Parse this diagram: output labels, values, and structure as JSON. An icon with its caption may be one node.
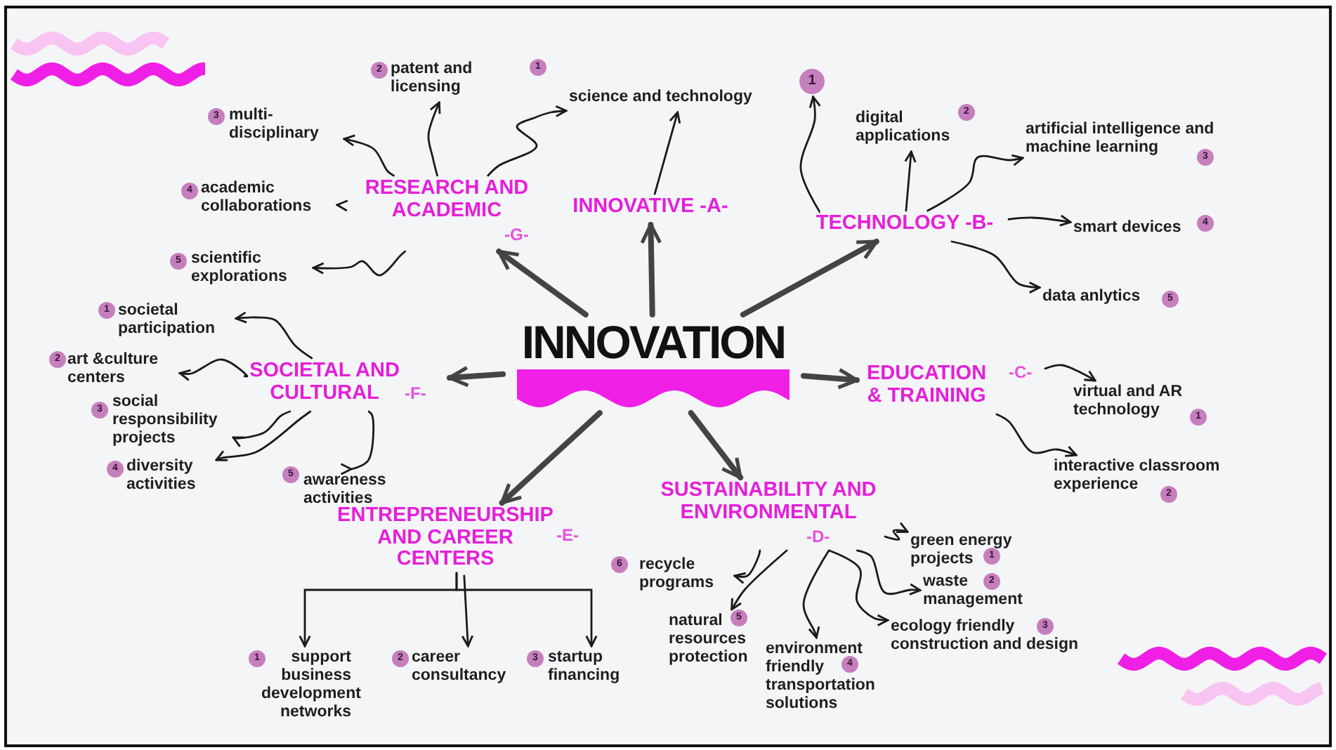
{
  "diagram": {
    "nodes": [
      {
        "text": [
          "INNOVATION"
        ]
      },
      {
        "text": [
          "RESEARCH AND ACADEMIC",
          "-G-"
        ]
      },
      {
        "text": [
          "INNOVATIVE -A-"
        ]
      },
      {
        "text": [
          "TECHNOLOGY -B-"
        ]
      },
      {
        "text": [
          "EDUCATION & TRAINING",
          "-C-"
        ]
      },
      {
        "text": [
          "SUSTAINABILITY AND ENVIRONMENTAL",
          "-D-"
        ]
      },
      {
        "text": [
          "ENTREPRENEURSHIP AND CAREER CENTERS",
          "-E-"
        ]
      },
      {
        "text": [
          "SOCIETAL AND CULTURAL",
          "-F-"
        ]
      },
      {
        "text": [
          "patent and licensing"
        ],
        "beside": [
          "2"
        ]
      },
      {
        "text": [
          "science and technology"
        ],
        "beside": [
          "1"
        ]
      },
      {
        "text": [
          "multi- disciplinary"
        ],
        "beside": [
          "3"
        ]
      },
      {
        "text": [
          "academic collaborations"
        ],
        "beside": [
          "4"
        ]
      },
      {
        "text": [
          "scientific explorations"
        ],
        "beside": [
          "5"
        ]
      },
      {
        "text": [
          "1"
        ]
      },
      {
        "text": [
          "digital applications"
        ],
        "beside": [
          "2"
        ]
      },
      {
        "text": [
          "artificial intelligence and machine learning"
        ],
        "beside": [
          "3"
        ]
      },
      {
        "text": [
          "smart devices"
        ],
        "beside": [
          "4"
        ]
      },
      {
        "text": [
          "data anlytics"
        ],
        "beside": [
          "5"
        ]
      },
      {
        "text": [
          "virtual and AR technology"
        ],
        "beside": [
          "1"
        ]
      },
      {
        "text": [
          "interactive classroom experience"
        ],
        "beside": [
          "2"
        ]
      },
      {
        "text": [
          "green energy projects"
        ],
        "beside": [
          "1"
        ]
      },
      {
        "text": [
          "waste management"
        ],
        "beside": [
          "2"
        ]
      },
      {
        "text": [
          "ecology friendly construction and design"
        ],
        "beside": [
          "3"
        ]
      },
      {
        "text": [
          "environment friendly transportation solutions"
        ],
        "beside": [
          "4"
        ]
      },
      {
        "text": [
          "natural resources protection"
        ],
        "beside": [
          "5"
        ]
      },
      {
        "text": [
          "recycle programs"
        ],
        "beside": [
          "6"
        ]
      },
      {
        "text": [
          "support business development networks"
        ],
        "beside": [
          "1"
        ]
      },
      {
        "text": [
          "career consultancy"
        ],
        "beside": [
          "2"
        ]
      },
      {
        "text": [
          "startup financing"
        ],
        "beside": [
          "3"
        ]
      },
      {
        "text": [
          "societal participation"
        ],
        "beside": [
          "1"
        ]
      },
      {
        "text": [
          "art &culture centers"
        ],
        "beside": [
          "2"
        ]
      },
      {
        "text": [
          "social responsibility projects"
        ],
        "beside": [
          "3"
        ]
      },
      {
        "text": [
          "diversity activities"
        ],
        "beside": [
          "4"
        ]
      },
      {
        "text": [
          "awareness activities"
        ],
        "beside": [
          "5"
        ]
      }
    ],
    "edges": [
      {
        "from": 0,
        "to": 1,
        "arrow": "to",
        "style": "thick",
        "color": "#444444"
      },
      {
        "from": 0,
        "to": 2,
        "arrow": "to",
        "style": "thick",
        "color": "#444444"
      },
      {
        "from": 0,
        "to": 3,
        "arrow": "to",
        "style": "thick",
        "color": "#444444"
      },
      {
        "from": 0,
        "to": 4,
        "arrow": "to",
        "style": "thick",
        "color": "#444444"
      },
      {
        "from": 0,
        "to": 5,
        "arrow": "to",
        "style": "thick",
        "color": "#444444"
      },
      {
        "from": 0,
        "to": 6,
        "arrow": "to",
        "style": "thick",
        "color": "#444444"
      },
      {
        "from": 0,
        "to": 7,
        "arrow": "to",
        "style": "thick",
        "color": "#444444"
      },
      {
        "from": 1,
        "to": 8,
        "arrow": "to"
      },
      {
        "from": 1,
        "to": 9,
        "arrow": "to"
      },
      {
        "from": 1,
        "to": 10,
        "arrow": "to"
      },
      {
        "from": 1,
        "to": 11,
        "arrow": "to"
      },
      {
        "from": 1,
        "to": 12,
        "arrow": "to"
      },
      {
        "from": 2,
        "to": 9,
        "arrow": "to"
      },
      {
        "from": 3,
        "to": 13,
        "arrow": "to"
      },
      {
        "from": 3,
        "to": 14,
        "arrow": "to"
      },
      {
        "from": 3,
        "to": 15,
        "arrow": "to"
      },
      {
        "from": 3,
        "to": 16,
        "arrow": "to"
      },
      {
        "from": 3,
        "to": 17,
        "arrow": "to"
      },
      {
        "from": 4,
        "to": 18,
        "arrow": "to"
      },
      {
        "from": 4,
        "to": 19,
        "arrow": "to"
      },
      {
        "from": 5,
        "to": 20,
        "arrow": "to"
      },
      {
        "from": 5,
        "to": 21,
        "arrow": "to"
      },
      {
        "from": 5,
        "to": 22,
        "arrow": "to"
      },
      {
        "from": 5,
        "to": 23,
        "arrow": "to"
      },
      {
        "from": 5,
        "to": 24,
        "arrow": "to"
      },
      {
        "from": 5,
        "to": 25,
        "arrow": "to"
      },
      {
        "from": 6,
        "to": 26,
        "arrow": "to"
      },
      {
        "from": 6,
        "to": 27,
        "arrow": "to"
      },
      {
        "from": 6,
        "to": 28,
        "arrow": "to"
      },
      {
        "from": 7,
        "to": 29,
        "arrow": "to"
      },
      {
        "from": 7,
        "to": 30,
        "arrow": "to"
      },
      {
        "from": 7,
        "to": 31,
        "arrow": "to"
      },
      {
        "from": 7,
        "to": 32,
        "arrow": "to"
      },
      {
        "from": 7,
        "to": 33,
        "arrow": "to"
      }
    ]
  }
}
